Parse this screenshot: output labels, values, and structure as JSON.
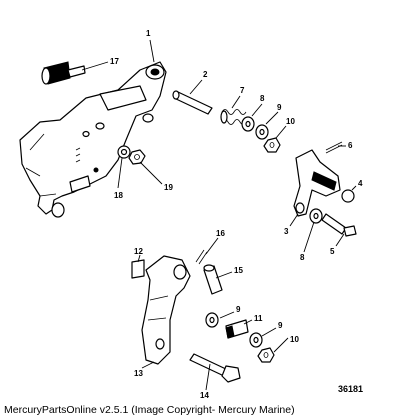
{
  "callouts": {
    "c1": "1",
    "c2": "2",
    "c3": "3",
    "c4": "4",
    "c5": "5",
    "c6": "6",
    "c7": "7",
    "c8a": "8",
    "c8b": "8",
    "c9a": "9",
    "c9b": "9",
    "c9c": "9",
    "c10a": "10",
    "c10b": "10",
    "c11": "11",
    "c12": "12",
    "c13": "13",
    "c14": "14",
    "c15": "15",
    "c16": "16",
    "c17": "17",
    "c18": "18",
    "c19": "19"
  },
  "diagram_id": "36181",
  "caption": "MercuryPartsOnline v2.5.1 (Image Copyright- Mercury Marine)"
}
